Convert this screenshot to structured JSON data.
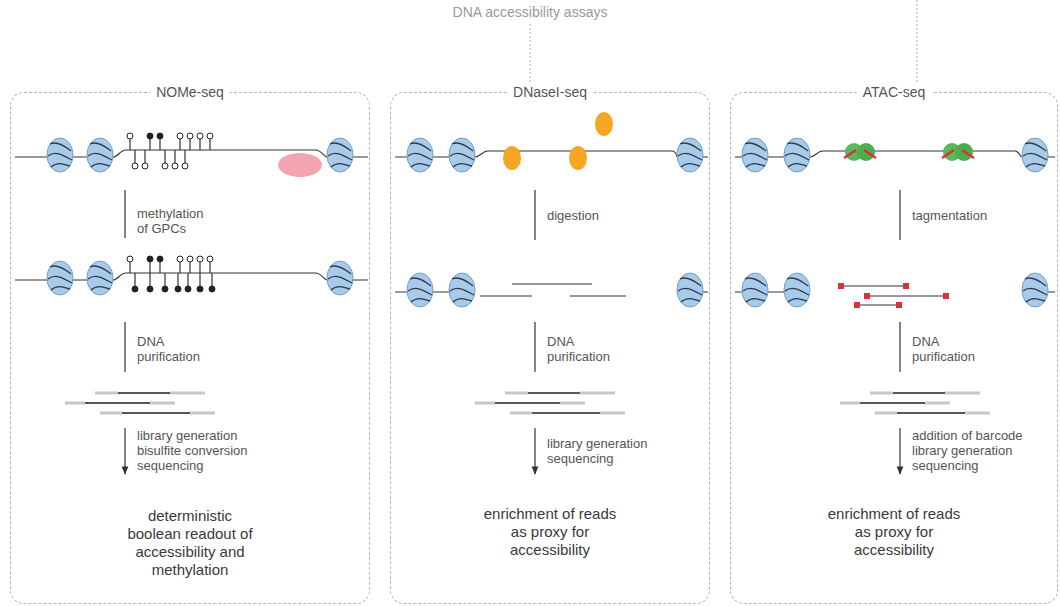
{
  "diagram": {
    "title": "DNA accessibility assays",
    "nodes": [
      {
        "text": [
          "NOMe-seq",
          "deterministic boolean readout of accessibility and methylation"
        ]
      },
      {
        "text": [
          "DNaseI-seq",
          "enrichment of reads as proxy for accessibility"
        ]
      },
      {
        "text": [
          "ATAC-seq",
          "enrichment of reads as proxy for accessibility"
        ]
      }
    ],
    "labels": [
      "methylation of GPCs",
      "DNA purification",
      "library generation bisulfite conversion sequencing",
      "digestion",
      "DNA purification",
      "library generation sequencing",
      "tagmentation",
      "DNA purification",
      "addition of barcode library generation sequencing"
    ]
  }
}
